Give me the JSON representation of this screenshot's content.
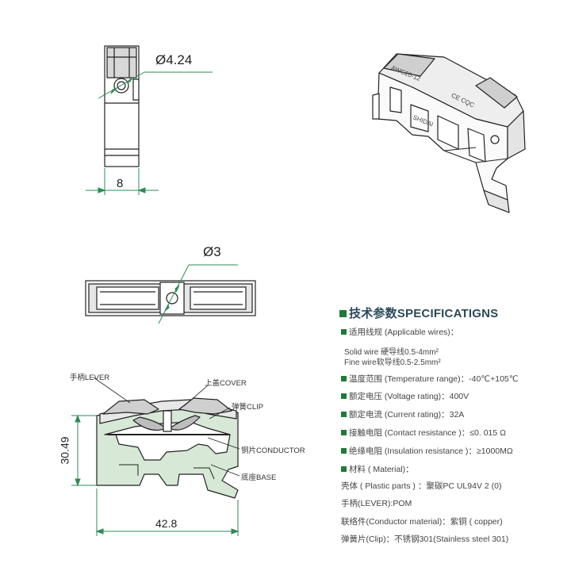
{
  "top_left_view": {
    "diameter_label": "Ø4.24",
    "width_label": "8"
  },
  "iso_view": {
    "marking": "AWG20-12",
    "cert_mark": "CE CQC",
    "side_text": "SHIDAI"
  },
  "top_view": {
    "diameter_label": "Ø3"
  },
  "section_view": {
    "labels": {
      "lever": "手柄LEVER",
      "cover": "上盖COVER",
      "clip": "弹簧CLIP",
      "conductor": "铜片CONDUCTOR",
      "base": "底座BASE"
    },
    "height_label": "30.49",
    "width_label": "42.8"
  },
  "specs": {
    "title": "技术参数SPECIFICATIGNS",
    "applicable_wires": "适用线规 (Applicable wires)：",
    "solid_wire": "Solid wire 硬导线0.5-4mm²",
    "fine_wire": "Fine wire软导线0.5-2.5mm²",
    "temperature": "温度范围 (Temperature range)：-40℃+105℃",
    "voltage": "额定电压 (Voltage rating)：400V",
    "current": "额定电流 (Current rating)：32A",
    "contact_resistance": "接触电阻 (Contact resistance )：≤0. 015 Ω",
    "insulation_resistance": "绝缘电阻 (Insulation resistance )：≥1000MΩ",
    "material": "材料 ( Material)：",
    "plastic": "壳体 ( Plastic parts ) ：聚碳PC UL94V 2 (0)",
    "lever": "手柄(LEVER):POM",
    "conductor": "联络件(Conductor  material)：紫铜 ( copper)",
    "clip": "弹簧片(Clip)：不锈钢301(Stainless steel 301)"
  }
}
